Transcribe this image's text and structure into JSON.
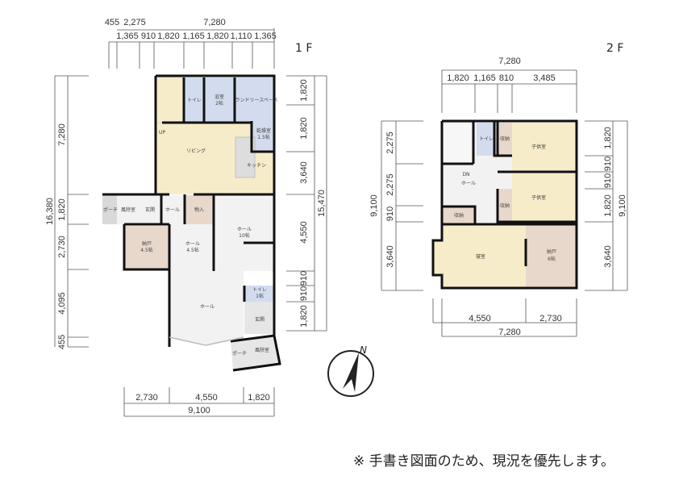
{
  "floor1": {
    "label": "1 F",
    "rooms": {
      "toilet": "トイレ",
      "bath": "浴室",
      "bath_size": "2帖",
      "laundry": "ランドリースペース",
      "dryer": "乾燥室",
      "dryer_size": "1.5帖",
      "up": "UP",
      "living": "リビング",
      "kitchen": "キッチン",
      "porch": "ポーチ",
      "windbreak": "風除室",
      "entrance": "玄関",
      "hall": "ホール",
      "closet": "物入",
      "storage": "納戸",
      "storage_size": "4.5帖",
      "hall45": "ホール",
      "hall45_size": "4.5帖",
      "hall10": "ホール",
      "hall10_size": "10帖",
      "toilet2": "トイレ",
      "toilet2_size": "1帖",
      "hall_lower": "ホール",
      "entrance2": "玄関",
      "porch2": "ポーチ",
      "windbreak2": "風除室"
    },
    "dims": {
      "top1": [
        "455",
        "2,275",
        "7,280"
      ],
      "top2": [
        "1,365",
        "910",
        "1,820",
        "1,165",
        "1,820",
        "1,110",
        "1,365"
      ],
      "left": [
        "7,280",
        "16,380",
        "1,820",
        "2,730",
        "4,095",
        "455"
      ],
      "right": [
        "1,820",
        "1,820",
        "3,640",
        "15,470",
        "4,550",
        "910",
        "910",
        "1,820"
      ],
      "bottom": [
        "2,730",
        "4,550",
        "1,820",
        "9,100"
      ]
    }
  },
  "floor2": {
    "label": "2 F",
    "rooms": {
      "toilet": "トイレ",
      "storage1": "収納",
      "kids1": "子供室",
      "dn": "DN",
      "hall": "ホール",
      "kids2": "子供室",
      "storage2": "収納",
      "storage3": "収納",
      "bedroom": "寝室",
      "closet": "納戸",
      "closet_size": "6帖"
    },
    "dims": {
      "top": [
        "7,280",
        "1,820",
        "1,165",
        "810",
        "3,485"
      ],
      "left": [
        "9,100",
        "2,275",
        "2,275",
        "910",
        "3,640"
      ],
      "right": [
        "1,820",
        "910",
        "910",
        "1,820",
        "9,100",
        "3,640"
      ],
      "bottom": [
        "4,550",
        "2,730",
        "7,280"
      ]
    }
  },
  "compass": {
    "label": "N"
  },
  "note": "※ 手書き図面のため、現況を優先します。",
  "colors": {
    "beige": "#f6ecc9",
    "blue": "#d3dcef",
    "pink": "#e8d8cc",
    "gray": "#f2f2f2",
    "tile": "#d9d9d9"
  }
}
